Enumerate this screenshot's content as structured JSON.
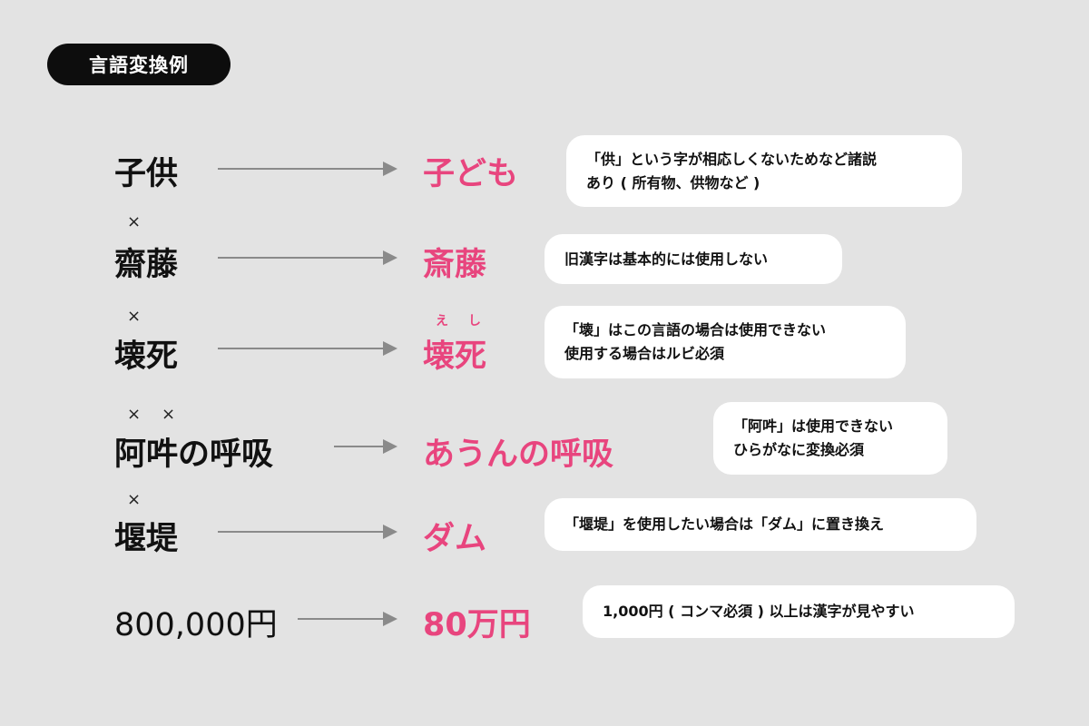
{
  "header": {
    "title": "言語変換例"
  },
  "mark_symbol": "×",
  "rows": [
    {
      "source": "子供",
      "target": "子ども",
      "note_lines": [
        "「供」という字が相応しくないためなど諸説",
        "あり ( 所有物、供物など )"
      ]
    },
    {
      "source": "齋藤",
      "target": "斎藤",
      "note_lines": [
        "旧漢字は基本的には使用しない"
      ]
    },
    {
      "source": "壊死",
      "target": "壊死",
      "target_ruby": [
        "え",
        "し"
      ],
      "note_lines": [
        "「壊」はこの言語の場合は使用できない",
        "使用する場合はルビ必須"
      ]
    },
    {
      "source": "阿吽の呼吸",
      "target": "あうんの呼吸",
      "note_lines": [
        "「阿吽」は使用できない",
        "ひらがなに変換必須"
      ]
    },
    {
      "source": "堰堤",
      "target": "ダム",
      "note_lines": [
        "「堰堤」を使用したい場合は「ダム」に置き換え"
      ]
    },
    {
      "source": "800,000円",
      "target": "80万円",
      "note_lines": [
        "1,000円 ( コンマ必須 ) 以上は漢字が見やすい"
      ]
    }
  ],
  "colors": {
    "accent": "#e8457e",
    "background": "#e3e3e3",
    "pill": "#0d0d0d",
    "arrow": "#8a8a8a"
  }
}
